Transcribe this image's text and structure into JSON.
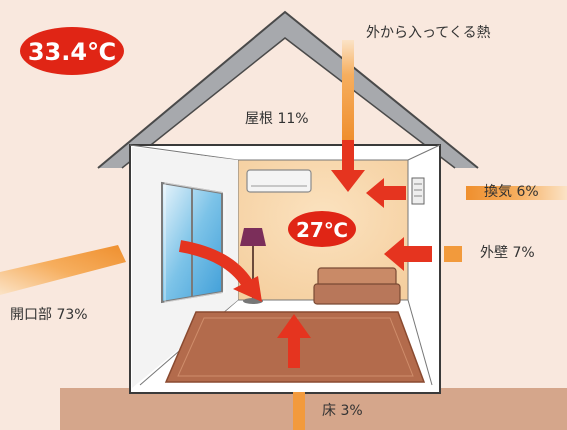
{
  "outside_temp": "33.4℃",
  "inside_temp": "27℃",
  "caption": "外から入ってくる熱",
  "labels": {
    "roof": "屋根 11%",
    "ventilation": "換気 6%",
    "exterior_wall": "外壁 7%",
    "openings": "開口部 73%",
    "floor": "床 3%"
  },
  "colors": {
    "background": "#f9e8de",
    "badge_red": "#e02515",
    "arrow_orange": "#f29a3c",
    "arrow_red": "#e5341f",
    "roof_gray": "#a7a9ad",
    "room_wall": "#f8dbb2",
    "ground": "#d5a68b",
    "rug": "#b36b4c"
  }
}
